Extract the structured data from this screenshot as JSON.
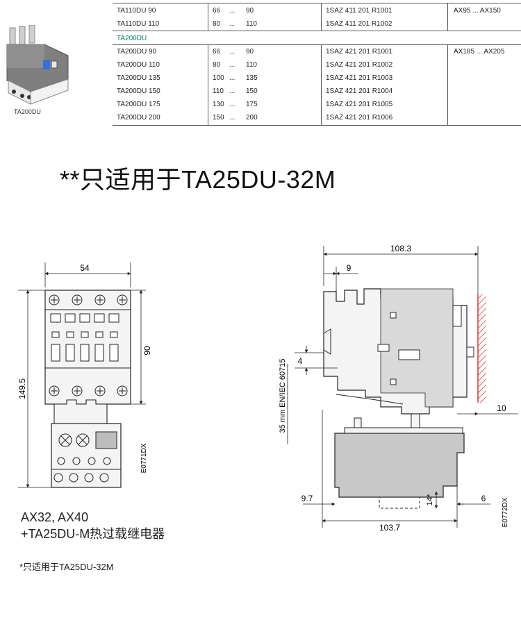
{
  "table": {
    "rows_top": [
      {
        "model": "TA110DU 90",
        "range_from": "66",
        "range_dots": "...",
        "range_to": "90",
        "order_code": "1SAZ 411 201 R1001",
        "contactor": "AX95 ... AX150"
      },
      {
        "model": "TA110DU 110",
        "range_from": "80",
        "range_dots": "...",
        "range_to": "110",
        "order_code": "1SAZ 411 201 R1002",
        "contactor": ""
      }
    ],
    "group_label": "TA200DU",
    "rows_bottom": [
      {
        "model": "TA200DU 90",
        "range_from": "66",
        "range_dots": "...",
        "range_to": "90",
        "order_code": "1SAZ 421 201 R1001",
        "contactor": "AX185 ... AX205"
      },
      {
        "model": "TA200DU 110",
        "range_from": "80",
        "range_dots": "...",
        "range_to": "110",
        "order_code": "1SAZ 421 201 R1002",
        "contactor": ""
      },
      {
        "model": "TA200DU 135",
        "range_from": "100",
        "range_dots": "...",
        "range_to": "135",
        "order_code": "1SAZ 421 201 R1003",
        "contactor": ""
      },
      {
        "model": "TA200DU 150",
        "range_from": "110",
        "range_dots": "...",
        "range_to": "150",
        "order_code": "1SAZ 421 201 R1004",
        "contactor": ""
      },
      {
        "model": "TA200DU 175",
        "range_from": "130",
        "range_dots": "...",
        "range_to": "175",
        "order_code": "1SAZ 421 201 R1005",
        "contactor": ""
      },
      {
        "model": "TA200DU 200",
        "range_from": "150",
        "range_dots": "...",
        "range_to": "200",
        "order_code": "1SAZ 421 201 R1006",
        "contactor": ""
      }
    ]
  },
  "product_image_label": "TA200DU",
  "title": "**只适用于TA25DU-32M",
  "left_drawing": {
    "dim_width": "54",
    "dim_height_upper": "90",
    "dim_height_total": "149.5",
    "drawing_code": "E0771DX"
  },
  "right_drawing": {
    "dim_total_width": "108.3",
    "dim_offset_top": "9",
    "dim_pin": "4",
    "dim_rail_offset": "10",
    "rail_label": "35 mm EN/IEC 60715",
    "dim_bottom_left": "9.7",
    "dim_bottom_height": "14*",
    "dim_bottom_right": "6",
    "dim_bottom_width": "103.7",
    "drawing_code": "E0772DX"
  },
  "caption": {
    "line1": "AX32, AX40",
    "line2": "+TA25DU-M热过载继电器"
  },
  "footnote": "*只适用于TA25DU-32M",
  "colors": {
    "group_label": "#00806a",
    "rail_hatch": "#d9262b",
    "body_gray": "#c8c8c8"
  }
}
